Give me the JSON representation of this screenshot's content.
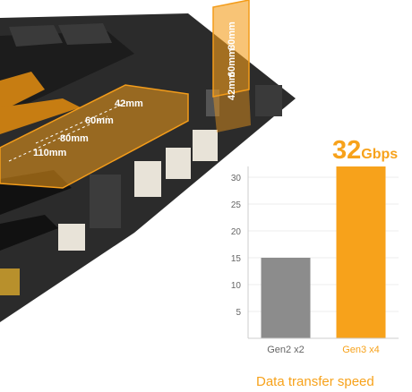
{
  "colors": {
    "accent": "#f7a21b",
    "bar_gen2": "#8c8c8c",
    "bar_gen3": "#f7a21b",
    "axis": "#cccccc",
    "tick_text": "#666666",
    "board_dark": "#2a2a2a",
    "slot_orange": "#f39c1a"
  },
  "board": {
    "slot_lengths": [
      "42mm",
      "60mm",
      "80mm",
      "110mm"
    ],
    "vertical_slot_lengths": [
      "80mm",
      "60mm",
      "42mm"
    ]
  },
  "chart_data": {
    "type": "bar",
    "categories": [
      "Gen2 x2",
      "Gen3 x4"
    ],
    "values": [
      15,
      32
    ],
    "ylim": [
      0,
      32
    ],
    "yticks": [
      5,
      10,
      15,
      20,
      25,
      30
    ],
    "headline": {
      "value": "32",
      "unit": "Gbps"
    },
    "caption": "Data transfer speed"
  }
}
